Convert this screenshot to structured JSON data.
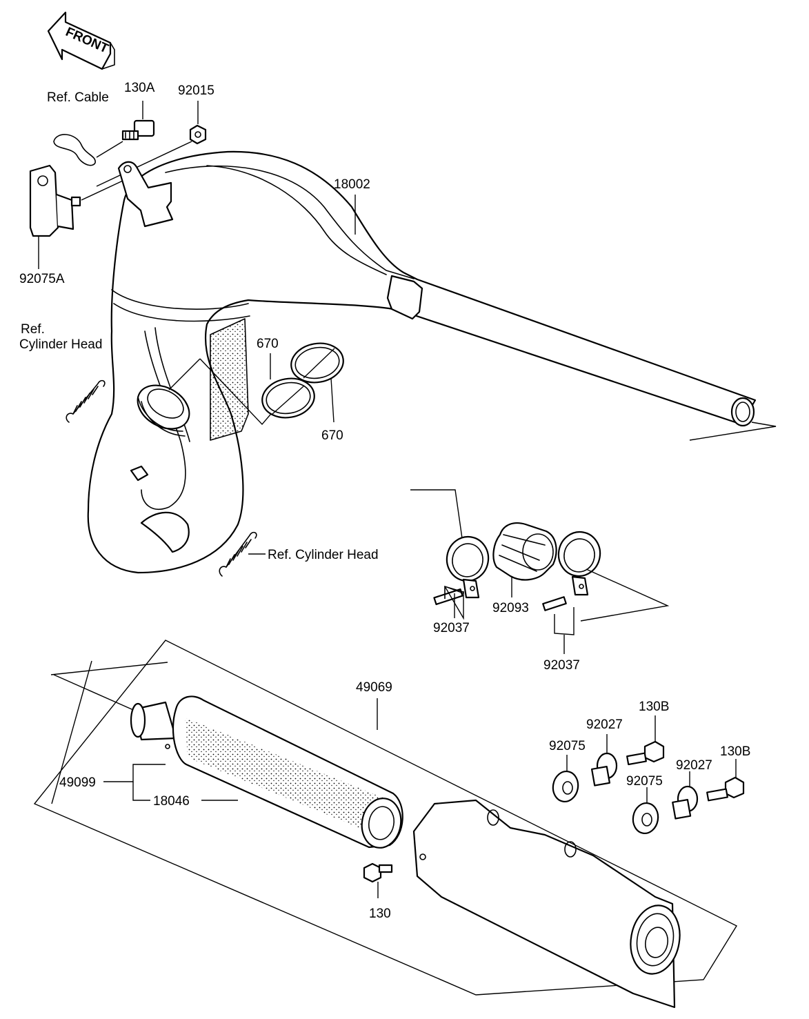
{
  "front_sign": "FRONT",
  "labels": {
    "ref_cable": "Ref. Cable",
    "p130A": "130A",
    "p92015": "92015",
    "p18002": "18002",
    "p92075A": "92075A",
    "ref_cyl_1": "Ref.",
    "ref_cyl_2": "Cylinder Head",
    "p670_a": "670",
    "p670_b": "670",
    "ref_cyl_head": "Ref. Cylinder Head",
    "p92037_a": "92037",
    "p92093": "92093",
    "p92037_b": "92037",
    "p49069": "49069",
    "p130B_a": "130B",
    "p92027_a": "92027",
    "p92075_a": "92075",
    "p92027_b": "92027",
    "p130B_b": "130B",
    "p92075_b": "92075",
    "p49099": "49099",
    "p18046": "18046",
    "p130": "130"
  }
}
